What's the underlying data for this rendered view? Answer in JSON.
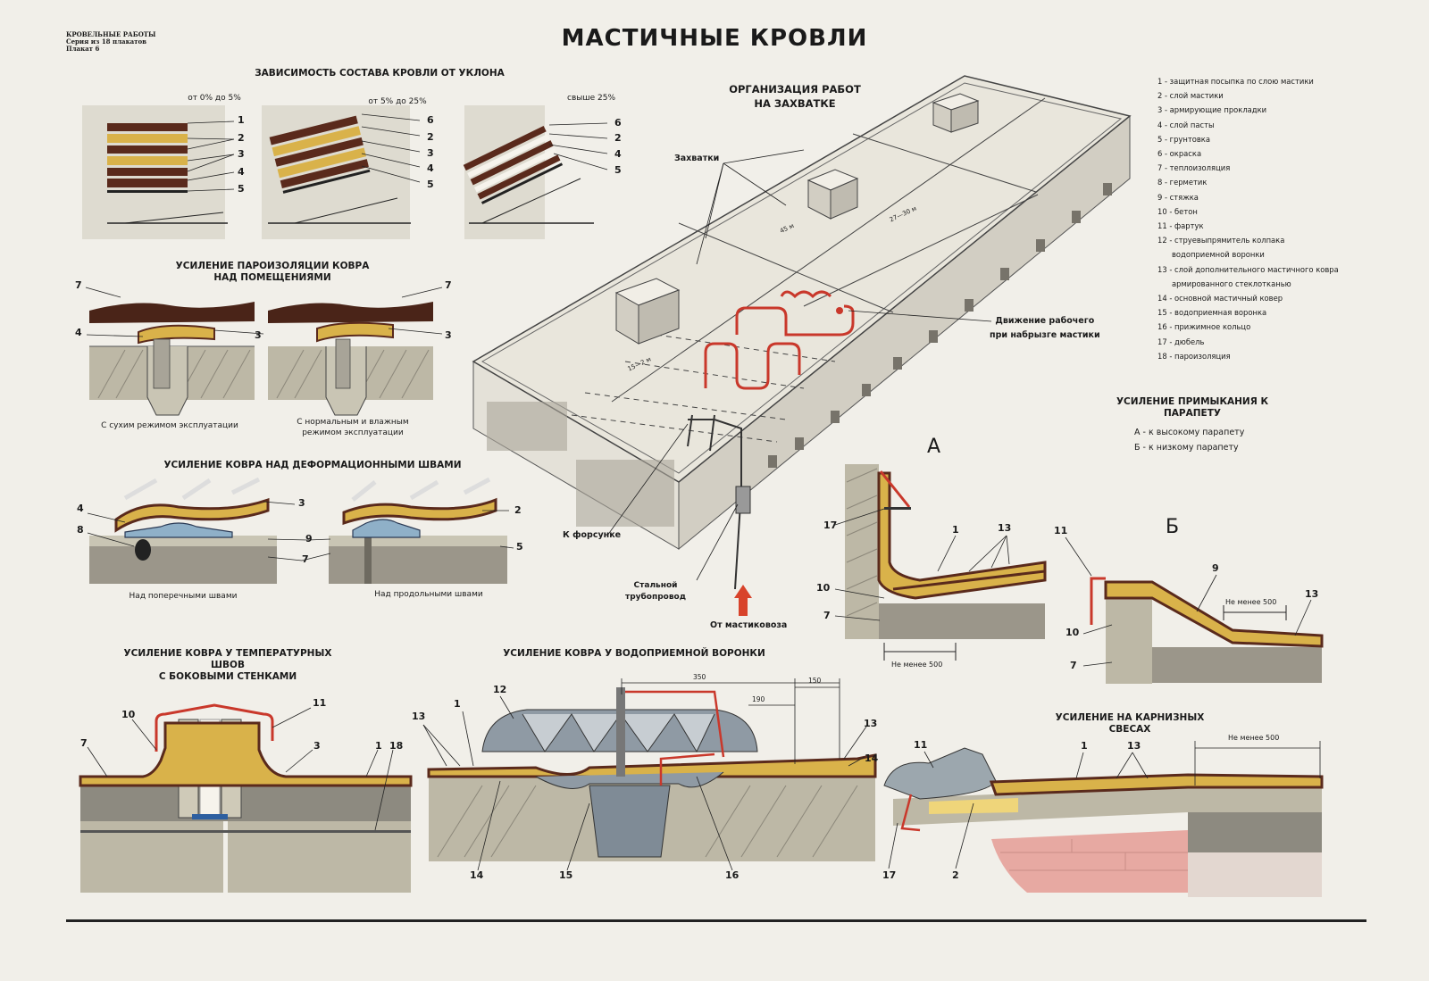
{
  "series": {
    "line1": "КРОВЕЛЬНЫЕ РАБОТЫ",
    "line2": "Серия из 18 плакатов",
    "line3": "Плакат 6"
  },
  "title": "МАСТИЧНЫЕ КРОВЛИ",
  "slope": {
    "title": "ЗАВИСИМОСТЬ СОСТАВА КРОВЛИ ОТ УКЛОНА",
    "ranges": [
      "от 0% до 5%",
      "от 5% до 25%",
      "свыше 25%"
    ],
    "labels_a": [
      "1",
      "2",
      "3",
      "4",
      "5"
    ],
    "labels_b": [
      "6",
      "2",
      "3",
      "4",
      "5"
    ],
    "labels_c": [
      "6",
      "2",
      "4",
      "5"
    ]
  },
  "vapor": {
    "title_l1": "УСИЛЕНИЕ ПАРОИЗОЛЯЦИИ КОВРА",
    "title_l2": "НАД ПОМЕЩЕНИЯМИ",
    "cap_dry": "С сухим режимом эксплуатации",
    "cap_wet_l1": "С нормальным и влажным",
    "cap_wet_l2": "режимом эксплуатации",
    "l7": "7",
    "l4": "4",
    "l3": "3"
  },
  "deform": {
    "title": "УСИЛЕНИЕ КОВРА НАД ДЕФОРМАЦИОННЫМИ ШВАМИ",
    "cap_cross": "Над поперечными швами",
    "cap_long": "Над продольными швами",
    "l4": "4",
    "l8": "8",
    "l3": "3",
    "l2": "2",
    "l9": "9",
    "l5": "5",
    "l7": "7"
  },
  "temp": {
    "title_l1": "УСИЛЕНИЕ КОВРА У ТЕМПЕРАТУРНЫХ ШВОВ",
    "title_l2": "С БОКОВЫМИ СТЕНКАМИ",
    "l10": "10",
    "l11": "11",
    "l7": "7",
    "l3": "3",
    "l1": "1",
    "l18": "18"
  },
  "funnel": {
    "title": "УСИЛЕНИЕ КОВРА У ВОДОПРИЕМНОЙ ВОРОНКИ",
    "d350": "350",
    "d190": "190",
    "d150": "150",
    "l12": "12",
    "l13a": "13",
    "l1": "1",
    "l13b": "13",
    "l14a": "14",
    "l14b": "14",
    "l15": "15",
    "l16": "16"
  },
  "org": {
    "title_l1": "ОРГАНИЗАЦИЯ РАБОТ",
    "title_l2": "НА ЗАХВАТКЕ",
    "zahvatki": "Захватки",
    "w45": "45 м",
    "w2730": "27—30 м",
    "w15": "15—2 м",
    "move_l1": "Движение рабочего",
    "move_l2": "при набрызге мастики",
    "nozzle": "К форсунке",
    "pipe_l1": "Стальной",
    "pipe_l2": "трубопровод",
    "from": "От мастиковоза"
  },
  "legend": [
    {
      "text": "1 - защитная посыпка по слою мастики",
      "sub": false
    },
    {
      "text": "2 - слой мастики",
      "sub": false
    },
    {
      "text": "3 - армирующие прокладки",
      "sub": false
    },
    {
      "text": "4 - слой пасты",
      "sub": false
    },
    {
      "text": "5 - грунтовка",
      "sub": false
    },
    {
      "text": "6 - окраска",
      "sub": false
    },
    {
      "text": "7 - теплоизоляция",
      "sub": false
    },
    {
      "text": "8 - герметик",
      "sub": false
    },
    {
      "text": "9 - стяжка",
      "sub": false
    },
    {
      "text": "10 - бетон",
      "sub": false
    },
    {
      "text": "11 - фартук",
      "sub": false
    },
    {
      "text": "12 - струевыпрямитель колпака",
      "sub": false
    },
    {
      "text": "водоприемной воронки",
      "sub": true
    },
    {
      "text": "13 - слой дополнительного мастичного ковра",
      "sub": false
    },
    {
      "text": "армированного стеклотканью",
      "sub": true
    },
    {
      "text": "14 - основной мастичный ковер",
      "sub": false
    },
    {
      "text": "15 - водоприемная воронка",
      "sub": false
    },
    {
      "text": "16 - прижимное кольцо",
      "sub": false
    },
    {
      "text": "17 - дюбель",
      "sub": false
    },
    {
      "text": "18 - пароизоляция",
      "sub": false
    }
  ],
  "parapet": {
    "title": "УСИЛЕНИЕ ПРИМЫКАНИЯ К ПАРАПЕТУ",
    "a_text": "А - к высокому парапету",
    "b_text": "Б - к низкому парапету",
    "a_letter": "А",
    "b_letter": "Б",
    "a_l17": "17",
    "a_l1": "1",
    "a_l13": "13",
    "a_l10": "10",
    "a_l7": "7",
    "a_dim": "Не менее 500",
    "b_l11": "11",
    "b_l9": "9",
    "b_l13": "13",
    "b_l10": "10",
    "b_l7": "7",
    "b_dim": "Не менее 500"
  },
  "eaves": {
    "title": "УСИЛЕНИЕ НА КАРНИЗНЫХ СВЕСАХ",
    "dim": "Не менее 500",
    "l11": "11",
    "l1": "1",
    "l13": "13",
    "l17": "17",
    "l2": "2"
  },
  "colors": {
    "membrane": "#5a2a1c",
    "reinforce": "#d9b24a",
    "red": "#c9382b",
    "concrete": "#cfcab8",
    "insulation": "#8a8a80",
    "paper": "#f1efe9"
  }
}
